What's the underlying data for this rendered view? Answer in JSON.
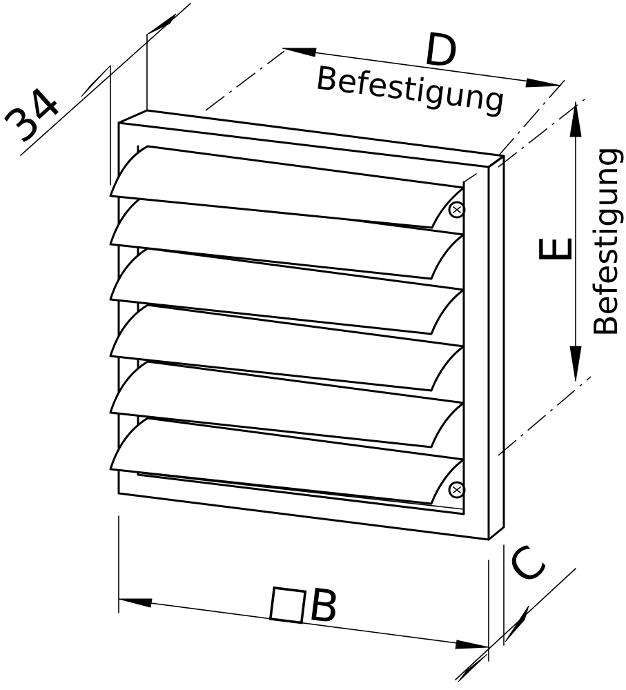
{
  "labels": {
    "depth": "34",
    "d_letter": "D",
    "d_note": "Befestigung",
    "e_letter": "E",
    "e_note": "Befestigung",
    "b_symbol": "□B",
    "c_letter": "C"
  }
}
